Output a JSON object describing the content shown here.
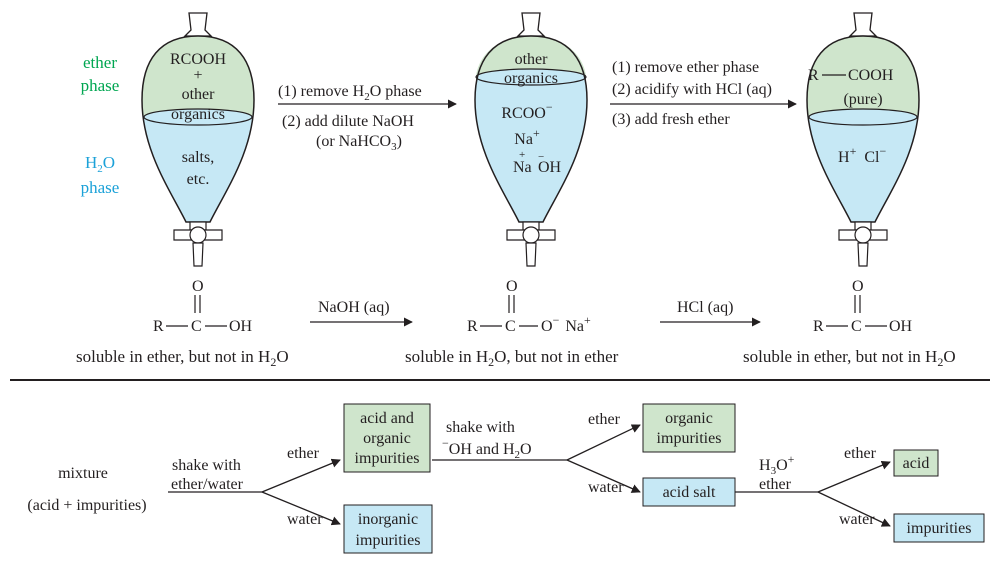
{
  "colors": {
    "ether": "#cfe5cc",
    "water": "#c6e8f5",
    "ether_label": "#00a651",
    "water_label": "#1ba1d8",
    "line": "#231f20"
  },
  "funnels": {
    "side_labels": {
      "ether_1": "ether",
      "ether_2": "phase",
      "water_1": "O",
      "water_2": "phase",
      "h": "H",
      "two": "2"
    },
    "f1": {
      "top_1": "RCOOH",
      "top_2": "+",
      "top_3": "other",
      "top_4": "organics",
      "bot_1": "salts,",
      "bot_2": "etc."
    },
    "f2": {
      "top_1": "other",
      "top_2": "organics",
      "rcoo": "RCOO",
      "minus": "−",
      "na": "Na",
      "plus": "+",
      "na2": "Na",
      "oh": "OH"
    },
    "f3": {
      "r": "R",
      "cooh": "COOH",
      "pure": "(pure)",
      "h": "H",
      "hplus": "+",
      "cl": "Cl",
      "clminus": "−"
    },
    "step1": {
      "line1_pre": "(1) remove H",
      "line1_sub": "2",
      "line1_post": "O phase",
      "line2": "(2) add dilute NaOH",
      "line3_pre": "(or NaHCO",
      "line3_sub": "3",
      "line3_post": ")"
    },
    "step2": {
      "line1": "(1) remove ether phase",
      "line2": "(2) acidify with HCl (aq)",
      "line3": "(3) add fresh ether"
    }
  },
  "reaction": {
    "acid1": {
      "o": "O",
      "r": "R",
      "c": "C",
      "oh": "OH",
      "caption_pre": "soluble in ether, but not in H",
      "caption_sub": "2",
      "caption_post": "O"
    },
    "arrow1": "NaOH (aq)",
    "salt": {
      "o": "O",
      "r": "R",
      "c": "C",
      "ominus": "O",
      "minus": "−",
      "na": "Na",
      "plus": "+",
      "caption_pre": "soluble in H",
      "caption_sub": "2",
      "caption_post": "O, but not in ether"
    },
    "arrow2": "HCl (aq)",
    "acid2": {
      "o": "O",
      "r": "R",
      "c": "C",
      "oh": "OH",
      "caption_pre": "soluble in ether, but not in H",
      "caption_sub": "2",
      "caption_post": "O"
    }
  },
  "flow": {
    "mixture": "mixture",
    "mixture_sub": "(acid + impurities)",
    "shake1_a": "shake with",
    "shake1_b": "ether/water",
    "ether1": "ether",
    "water1": "water",
    "box_acid_org_1": "acid and",
    "box_acid_org_2": "organic",
    "box_acid_org_3": "impurities",
    "box_inorg_1": "inorganic",
    "box_inorg_2": "impurities",
    "shake2_a": "shake with",
    "shake2_b_sup": "−",
    "shake2_b_mid": "OH and H",
    "shake2_b_sub": "2",
    "shake2_b_end": "O",
    "ether2": "ether",
    "water2": "water",
    "box_org_1": "organic",
    "box_org_2": "impurities",
    "box_acid_salt": "acid salt",
    "h3o_pre": "H",
    "h3o_sub": "3",
    "h3o_mid": "O",
    "h3o_sup": "+",
    "ether_word": "ether",
    "ether3": "ether",
    "water3": "water",
    "box_acid": "acid",
    "box_impurities": "impurities"
  }
}
